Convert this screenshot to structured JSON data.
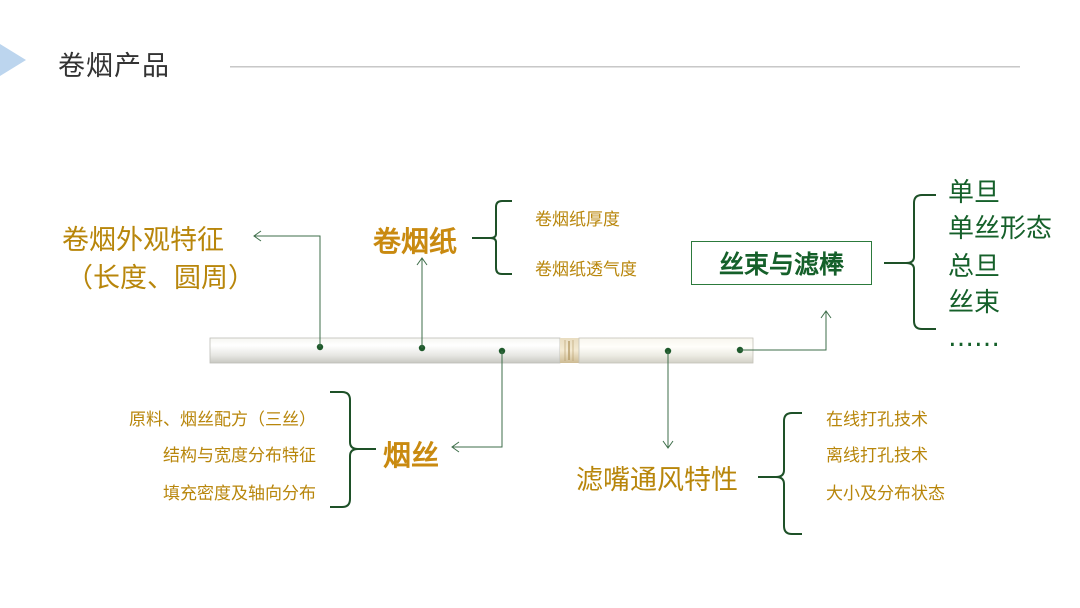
{
  "header": {
    "title": "卷烟产品"
  },
  "appearance": {
    "line1": "卷烟外观特征",
    "line2": "（长度、圆周）"
  },
  "paper": {
    "label": "卷烟纸",
    "items": [
      "卷烟纸厚度",
      "卷烟纸透气度"
    ]
  },
  "filter": {
    "label": "丝束与滤棒",
    "items": [
      "单旦",
      "单丝形态",
      "总旦",
      "丝束",
      "……"
    ]
  },
  "tobacco": {
    "label": "烟丝",
    "items": [
      "原料、烟丝配方（三丝）",
      "结构与宽度分布特征",
      "填充密度及轴向分布"
    ]
  },
  "ventilation": {
    "label": "滤嘴通风特性",
    "items": [
      "在线打孔技术",
      "离线打孔技术",
      "大小及分布状态"
    ]
  }
}
